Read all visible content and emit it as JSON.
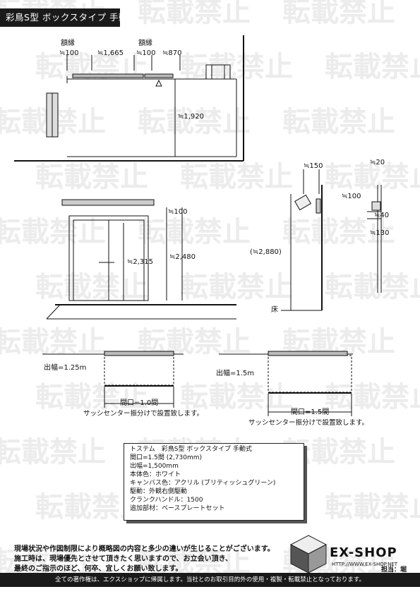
{
  "title": "彩鳥S型 ボックスタイプ 手動式",
  "watermark_text": "転載禁止",
  "top_view": {
    "label_frame_left": "額縁",
    "label_frame_right": "額縁",
    "dim_100_a": "≒100",
    "dim_1665": "≒1,665",
    "dim_100_b": "≒100",
    "dim_870": "≒870",
    "dim_1920": "≒1,920"
  },
  "front_view": {
    "dim_100": "≒100",
    "dim_2315": "≒2,315",
    "dim_2480": "≒2,480"
  },
  "side_view": {
    "dim_150": "≒150",
    "dim_2880": "(≒2,880)",
    "floor_label": "床"
  },
  "bracket_view": {
    "dim_20": "≒20",
    "dim_100": "≒100",
    "dim_40": "≒40",
    "dim_130": "≒130"
  },
  "plan_small": {
    "projection": "出幅=1.25m",
    "frontage": "間口=1.0間",
    "note": "サッシセンター振分けで設置致します。"
  },
  "plan_large": {
    "projection": "出幅=1.5m",
    "frontage": "間口=1.5間",
    "note": "サッシセンター振分けで設置致します。"
  },
  "spec": {
    "line1": "トステム　彩鳥S型 ボックスタイプ 手動式",
    "line2": "間口=1.5間 (2,730mm)",
    "line3": "出幅=1,500mm",
    "line4": "本体色：ホワイト",
    "line5": "キャンバス色：アクリル (ブリティッシュグリーン)",
    "line6": "駆動：外観右側駆動",
    "line7": "クランクハンドル：1500",
    "line8": "追加部材：ベースプレートセット"
  },
  "footer": {
    "line1": "現場状況や作図制限により概略図の内容と多少の違いが生じることがございます。",
    "line2": "施工時は、現場優先とさせて頂きたく思いますので、お立会い頂き、",
    "line3": "最終のご指示のほど、何卒、宜しくお願い致します。",
    "copyright": "全ての著作権は、エクスショップに帰属します。当社とのお取引目的外の使用・複製・転載禁止となっております。"
  },
  "brand": {
    "name": "EX-SHOP",
    "url": "HTTP://WWW.EX-SHOP.NET",
    "person": "担当：堀"
  }
}
